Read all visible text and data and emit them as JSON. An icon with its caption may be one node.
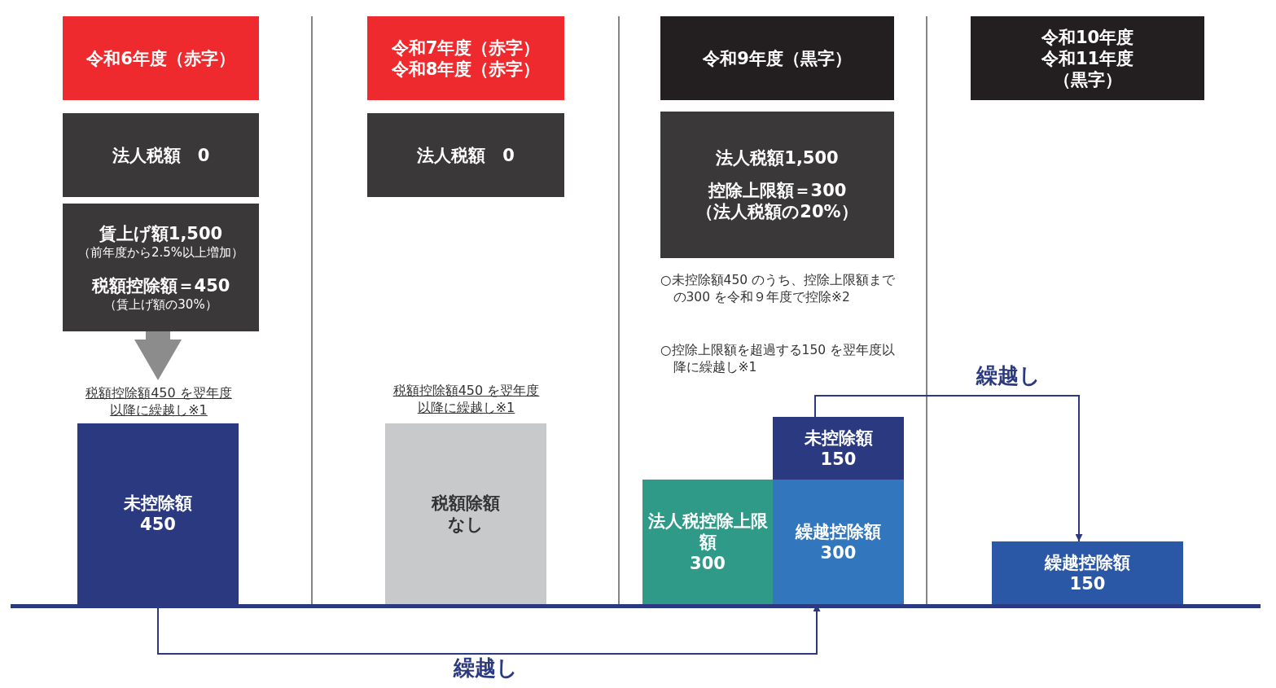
{
  "diagram": {
    "nodes": [
      {
        "text": [
          "令和6年度（赤字）"
        ]
      },
      {
        "text": [
          "法人税額　0"
        ]
      },
      {
        "text": [
          "賃上げ額1,500",
          "（前年度から2.5%以上増加）",
          "税額控除額＝450",
          "（賃上げ額の30%）"
        ]
      },
      {
        "text": [
          "税額控除額450 を翌年度以降に繰越し※1"
        ]
      },
      {
        "text": [
          "未控除額",
          "450"
        ]
      },
      {
        "text": [
          "令和7年度（赤字）",
          "令和8年度（赤字）"
        ]
      },
      {
        "text": [
          "法人税額　0"
        ]
      },
      {
        "text": [
          "税額除額",
          "なし"
        ]
      },
      {
        "text": [
          "令和9年度（黒字）"
        ]
      },
      {
        "text": [
          "法人税額1,500",
          "控除上限額＝300",
          "（法人税額の20%）"
        ]
      },
      {
        "text": [
          "法人税控除上限額",
          "300"
        ]
      },
      {
        "text": [
          "未控除額",
          "150"
        ]
      },
      {
        "text": [
          "繰越控除額",
          "300"
        ]
      },
      {
        "text": [
          "令和10年度",
          "令和11年度",
          "（黒字）"
        ]
      },
      {
        "text": [
          "繰越控除額",
          "150"
        ]
      }
    ],
    "edges": [
      {
        "from": 2,
        "to": 3,
        "arrow": "to",
        "style": "thick",
        "color": "#8c8c8c"
      },
      {
        "from": 4,
        "to": 12,
        "arrow": "to",
        "label": "繰越し"
      },
      {
        "from": 11,
        "to": 14,
        "arrow": "to",
        "label": "繰越し"
      }
    ],
    "labels": [
      "税額控除額450 を翌年度以降に繰越し※1",
      "○未控除額450 のうち、控除上限額までの300 を令和９年度で控除※2",
      "○控除上限額を超過する150 を翌年度以降に繰越し※1"
    ]
  }
}
